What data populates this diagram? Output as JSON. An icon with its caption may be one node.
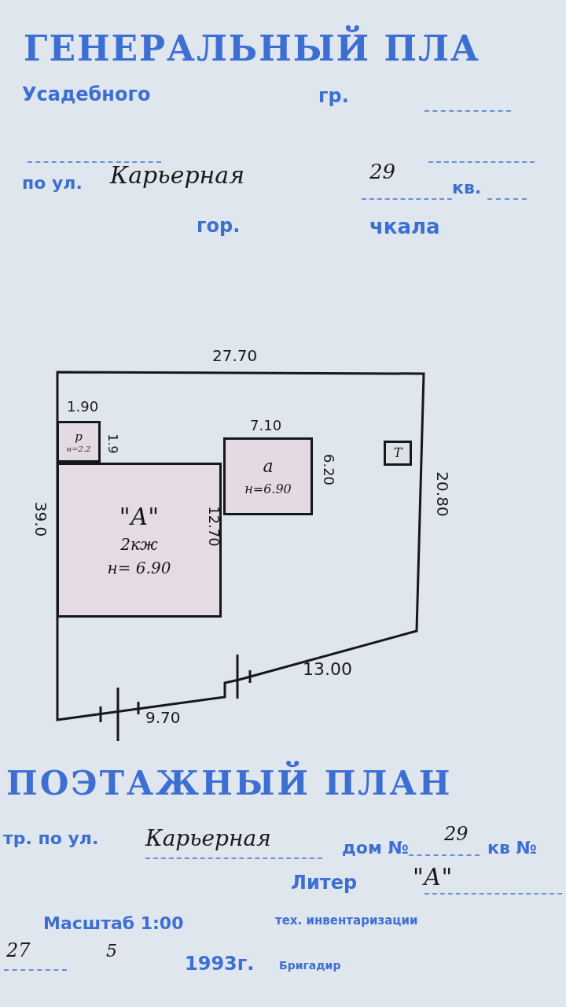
{
  "diagram": {
    "title": "ГЕНЕРАЛЬНЫЙ ПЛА",
    "nodes": [
      {
        "text": [],
        "shape": "box"
      },
      {
        "text": [
          "р",
          "н=2.2"
        ],
        "in": 0
      },
      {
        "text": [
          "\"А\"",
          "2кж",
          "н= 6.90"
        ],
        "in": 0
      },
      {
        "text": [
          "а",
          "н=6.90"
        ],
        "in": 0
      },
      {
        "text": [
          "Т"
        ],
        "in": 0
      }
    ],
    "edges": [],
    "labels": [
      "Усадебного",
      "гр.",
      "по ул.",
      "Карьерная",
      "29",
      "кв.",
      "гор.",
      "чкала",
      "27.70",
      "1.90",
      "1.9",
      "7.10",
      "39.0",
      "6.20",
      "12.70",
      "20.80",
      "13.00",
      "9.70",
      "ПОЭТАЖНЫЙ ПЛАН",
      "тр. по ул.",
      "Карьерная",
      "дом №",
      "29",
      "кв №",
      "Литер",
      "\"А\"",
      "Масштаб 1:00",
      "тех. инвентаризации",
      "27",
      "5",
      "1993г.",
      "Бригадир"
    ]
  }
}
